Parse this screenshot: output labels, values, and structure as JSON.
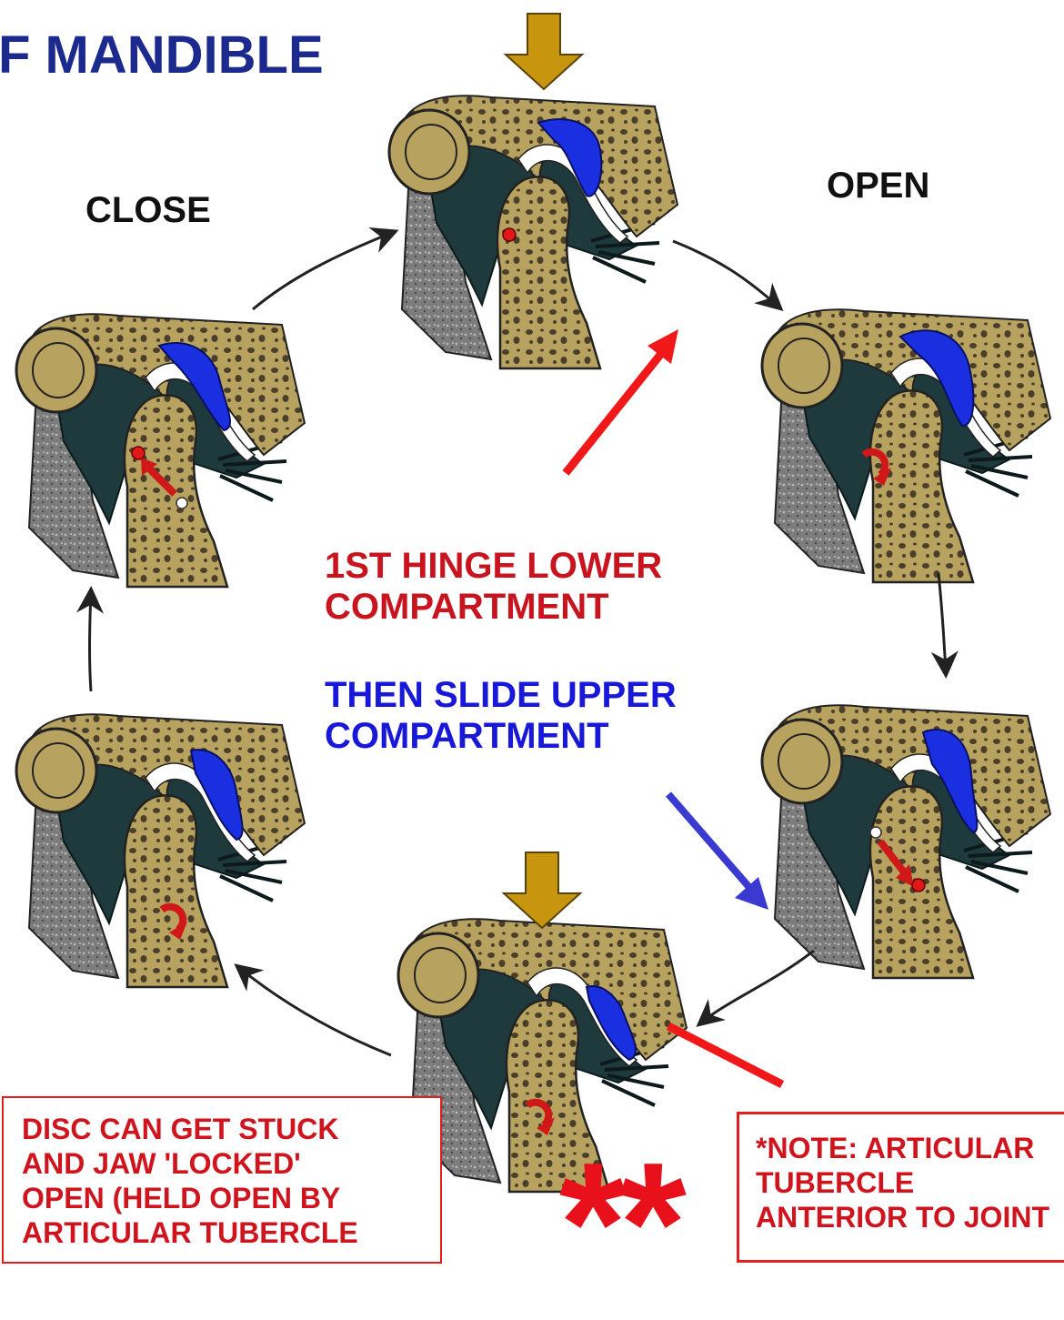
{
  "title": "F MANDIBLE",
  "stage_labels": {
    "close": "CLOSE",
    "open": "OPEN"
  },
  "center_text": {
    "red": [
      "1ST HINGE LOWER",
      "COMPARTMENT"
    ],
    "blue": [
      "THEN SLIDE UPPER",
      "COMPARTMENT"
    ]
  },
  "note_left": [
    "DISC CAN GET STUCK",
    "AND JAW 'LOCKED'",
    "OPEN (HELD OPEN BY",
    "ARTICULAR TUBERCLE"
  ],
  "note_right": [
    "*NOTE: ARTICULAR",
    "TUBERCLE",
    "ANTERIOR TO JOINT"
  ],
  "stars": "**",
  "colors": {
    "bone": "#b8a25f",
    "bone_dark": "#4a3f2a",
    "disc": "#1a2fe0",
    "tissue": "#1f3a3c",
    "cartilage_white": "#ffffff",
    "muscle_gray": "#8a8a8a",
    "force_arrow": "#c8960e",
    "red_arrow": "#f01818",
    "blue_arrow": "#3a3ad0",
    "title": "#1b2a8c",
    "red_text": "#c8141e",
    "blue_text": "#1818d8"
  },
  "icons": [
    "force-down-arrow-icon",
    "hinge-rotation-arrow-icon",
    "cycle-arrow-icon"
  ]
}
